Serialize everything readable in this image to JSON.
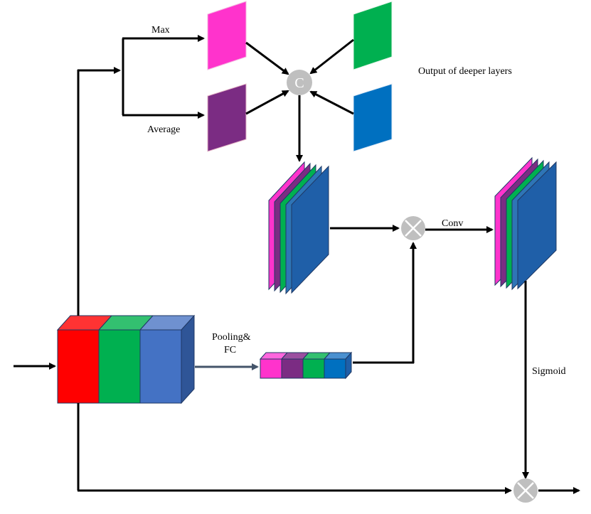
{
  "labels": {
    "max": "Max",
    "average": "Average",
    "deeper": "Output of deeper layers",
    "concat_symbol": "C",
    "conv": "Conv",
    "pooling_line1": "Pooling&",
    "pooling_line2": "FC",
    "sigmoid": "Sigmoid"
  },
  "colors": {
    "magenta": "#ff33cc",
    "purple": "#7b2c83",
    "green": "#00b050",
    "blue": "#0070c0",
    "stack_front": "#1f5fa8",
    "red": "#ff0000",
    "cube_green": "#00b050",
    "cube_blue": "#4472c4",
    "op_circle": "#bfbfbf"
  }
}
